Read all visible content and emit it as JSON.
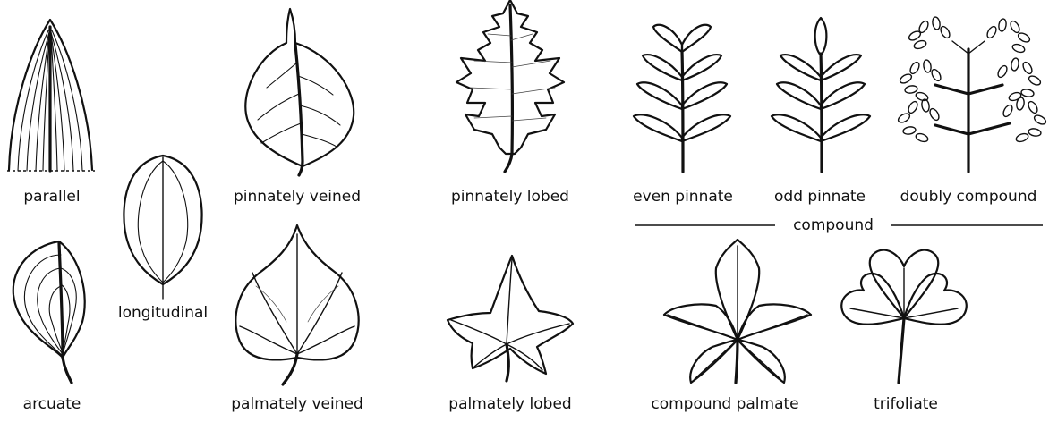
{
  "labels": {
    "parallel": "parallel",
    "arcuate": "arcuate",
    "longitudinal": "longitudinal",
    "pinnately_veined": "pinnately veined",
    "palmately_veined": "palmately veined",
    "pinnately_lobed": "pinnately lobed",
    "palmately_lobed": "palmately lobed",
    "even_pinnate": "even pinnate",
    "odd_pinnate": "odd pinnate",
    "doubly_compound": "doubly compound",
    "compound": "compound",
    "compound_palmate": "compound palmate",
    "trifoliate": "trifoliate"
  }
}
